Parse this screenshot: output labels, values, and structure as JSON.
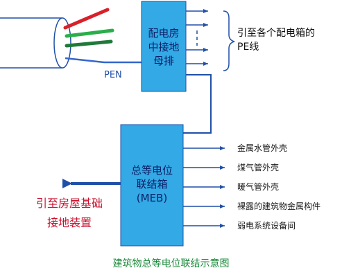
{
  "diagram": {
    "distribution_box_label": [
      "配电房",
      "中接地",
      "母排"
    ],
    "pen_label": "PEN",
    "pe_brace_label": [
      "引至各个配电箱的",
      "PE线"
    ],
    "meb_box_label": [
      "总等电位",
      "联结箱",
      "(MEB)"
    ],
    "ground_label": [
      "引至房屋基础",
      "接地装置"
    ],
    "outputs": [
      "金属水管外壳",
      "煤气管外壳",
      "暖气管外壳",
      "裸露的建筑物金属构件",
      "弱电系统设备间"
    ],
    "caption": "建筑物总等电位联结示意图"
  },
  "colors": {
    "box_fill": "#33a9e6",
    "box_text": "#0b1f66",
    "line": "#1f4fa8",
    "wire_red": "#d8202a",
    "wire_green": "#2aae4a",
    "wire_darkgreen": "#1f7a3a",
    "ground_text": "#c8102e",
    "caption": "#1a8a3a"
  }
}
